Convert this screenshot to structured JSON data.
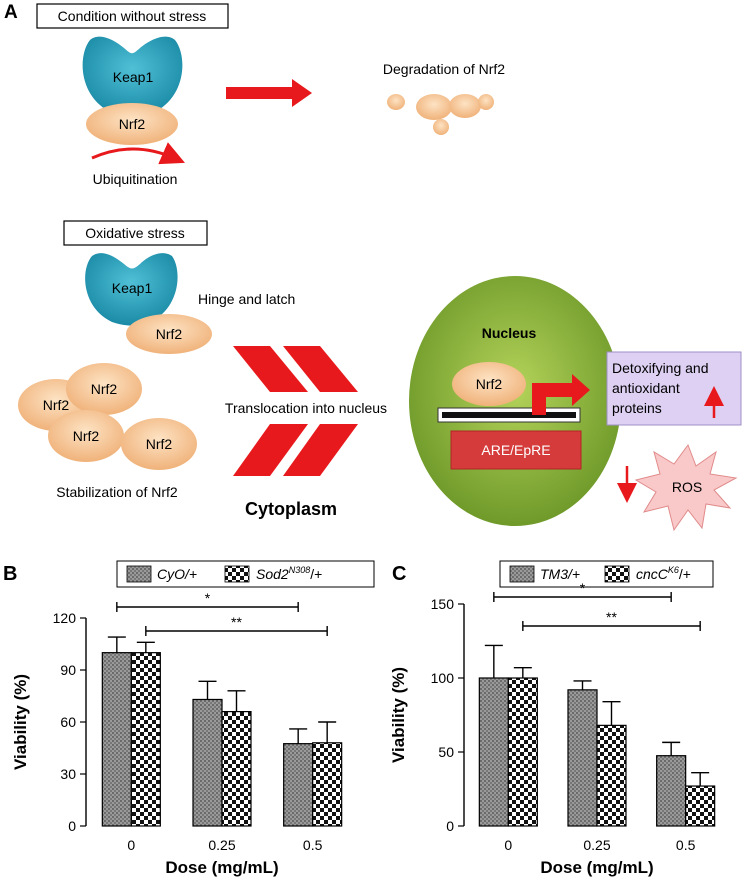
{
  "panel_a": {
    "letter": "A",
    "box_no_stress": "Condition without stress",
    "box_oxidative": "Oxidative stress",
    "keap1": "Keap1",
    "nrf2": "Nrf2",
    "ubiquitination": "Ubiquitination",
    "degradation": "Degradation of Nrf2",
    "hinge_latch": "Hinge and latch",
    "translocation": "Translocation into nucleus",
    "stabilization": "Stabilization of Nrf2",
    "cytoplasm": "Cytoplasm",
    "nucleus": "Nucleus",
    "are": "ARE/EpRE",
    "detox_line1": "Detoxifying and",
    "detox_line2": "antioxidant",
    "detox_line3": "proteins",
    "ros": "ROS",
    "colors": {
      "keap1": "#2aa6c0",
      "nrf2": "#f6c896",
      "arrow_red": "#e8191c",
      "nucleus_green": "#8db33a",
      "are_red": "#d63b3b",
      "detox_purple": "#ddd0f2",
      "ros_pink": "#f9c9c9"
    }
  },
  "chart_data": [
    {
      "panel": "B",
      "type": "bar",
      "categories": [
        "0",
        "0.25",
        "0.5"
      ],
      "xlabel": "Dose (mg/mL)",
      "ylabel": "Viability (%)",
      "ylim": [
        0,
        120
      ],
      "yticks": [
        "0",
        "30",
        "60",
        "90",
        "120"
      ],
      "series": [
        {
          "name": "CyO/+",
          "values": [
            100,
            73,
            47.5
          ],
          "errors": [
            9,
            10.5,
            8.5
          ]
        },
        {
          "name": "Sod2",
          "values": [
            100,
            66,
            48
          ],
          "errors": [
            6,
            12,
            12
          ]
        }
      ],
      "legend_sup": "N308",
      "legend_suffix": "/+",
      "significance": [
        {
          "label": "*",
          "from": "0",
          "to": "0.5"
        },
        {
          "label": "**",
          "from": "0",
          "to": "0.5"
        }
      ]
    },
    {
      "panel": "C",
      "type": "bar",
      "categories": [
        "0",
        "0.25",
        "0.5"
      ],
      "xlabel": "Dose (mg/mL)",
      "ylabel": "Viability (%)",
      "ylim": [
        0,
        150
      ],
      "yticks": [
        "0",
        "50",
        "100",
        "150"
      ],
      "series": [
        {
          "name": "TM3/+",
          "values": [
            100,
            92,
            47.5
          ],
          "errors": [
            22,
            6,
            9
          ]
        },
        {
          "name": "cncC",
          "values": [
            100,
            68,
            27
          ],
          "errors": [
            7,
            16,
            9
          ]
        }
      ],
      "legend_sup": "K6",
      "legend_suffix": "/+",
      "significance": [
        {
          "label": "*",
          "from": "0",
          "to": "0.5"
        },
        {
          "label": "**",
          "from": "0",
          "to": "0.5"
        }
      ]
    }
  ]
}
